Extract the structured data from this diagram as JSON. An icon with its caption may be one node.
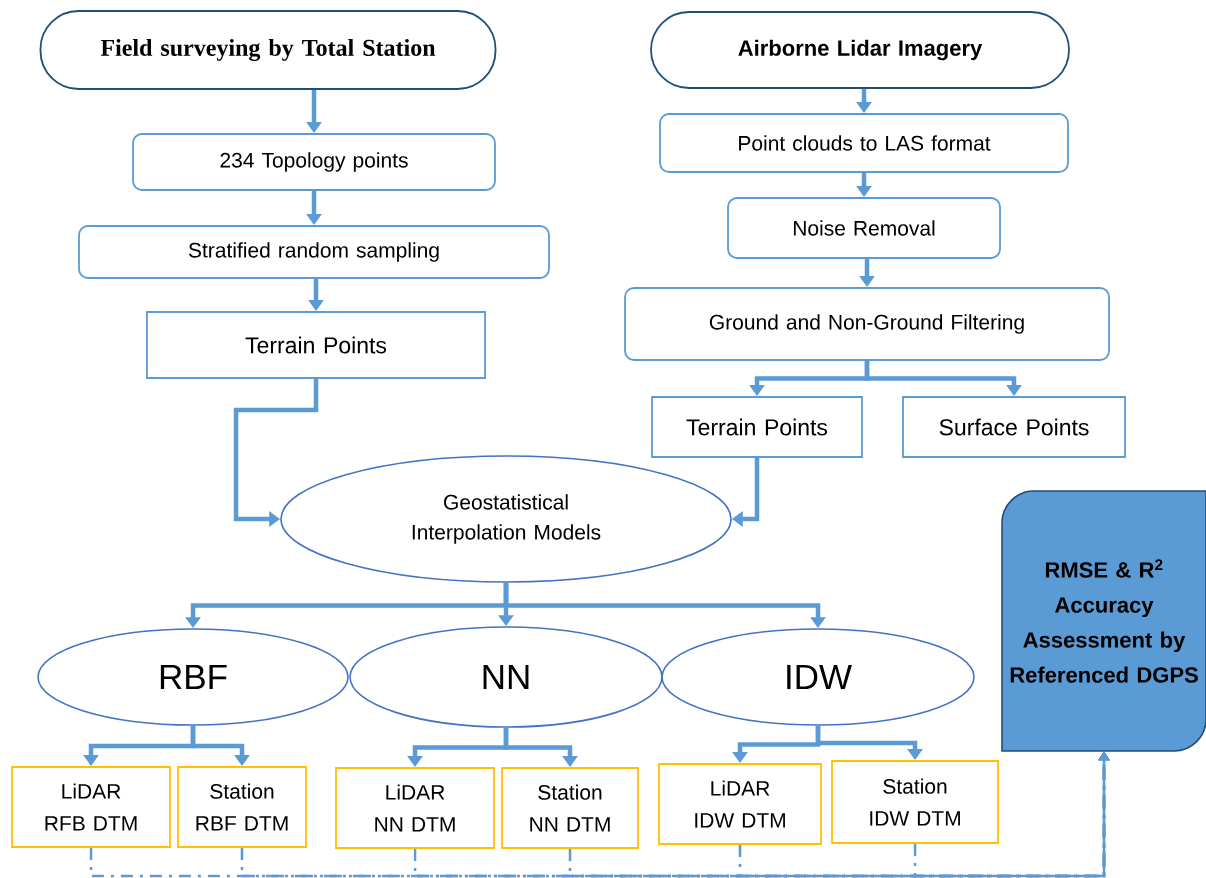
{
  "diagram": {
    "nodes": [
      {
        "text": [
          "Field surveying by Total Station"
        ]
      },
      {
        "text": [
          "Airborne Lidar Imagery"
        ]
      },
      {
        "text": [
          "234 Topology points"
        ]
      },
      {
        "text": [
          "Stratified random sampling"
        ]
      },
      {
        "text": [
          "Terrain Points"
        ]
      },
      {
        "text": [
          "Point clouds to LAS format"
        ]
      },
      {
        "text": [
          "Noise Removal"
        ]
      },
      {
        "text": [
          "Ground and Non-Ground Filtering"
        ]
      },
      {
        "text": [
          "Terrain Points"
        ]
      },
      {
        "text": [
          "Surface Points"
        ]
      },
      {
        "text": [
          "Geostatistical Interpolation Models"
        ]
      },
      {
        "text": [
          "RBF"
        ]
      },
      {
        "text": [
          "NN"
        ]
      },
      {
        "text": [
          "IDW"
        ]
      },
      {
        "text": [
          "LiDAR RFB DTM"
        ]
      },
      {
        "text": [
          "Station RBF DTM"
        ]
      },
      {
        "text": [
          "LiDAR NN DTM"
        ]
      },
      {
        "text": [
          "Station NN DTM"
        ]
      },
      {
        "text": [
          "LiDAR IDW DTM"
        ]
      },
      {
        "text": [
          "Station IDW DTM"
        ]
      },
      {
        "text": [
          "RMSE & R$^{2}$ Accuracy Assessment by Referenced DGPS"
        ]
      }
    ],
    "edges": [
      {
        "from": 0,
        "to": 2,
        "arrow": "to"
      },
      {
        "from": 2,
        "to": 3,
        "arrow": "to"
      },
      {
        "from": 3,
        "to": 4,
        "arrow": "to"
      },
      {
        "from": 1,
        "to": 5,
        "arrow": "to"
      },
      {
        "from": 5,
        "to": 6,
        "arrow": "to"
      },
      {
        "from": 6,
        "to": 7,
        "arrow": "to"
      },
      {
        "from": 7,
        "to": 8,
        "arrow": "to"
      },
      {
        "from": 7,
        "to": 9,
        "arrow": "to"
      },
      {
        "from": 4,
        "to": 10,
        "arrow": "to"
      },
      {
        "from": 8,
        "to": 10,
        "arrow": "to"
      },
      {
        "from": 10,
        "to": 11,
        "arrow": "to"
      },
      {
        "from": 10,
        "to": 12,
        "arrow": "to"
      },
      {
        "from": 10,
        "to": 13,
        "arrow": "to"
      },
      {
        "from": 11,
        "to": 14,
        "arrow": "to"
      },
      {
        "from": 11,
        "to": 15,
        "arrow": "to"
      },
      {
        "from": 12,
        "to": 16,
        "arrow": "to"
      },
      {
        "from": 12,
        "to": 17,
        "arrow": "to"
      },
      {
        "from": 13,
        "to": 18,
        "arrow": "to"
      },
      {
        "from": 13,
        "to": 19,
        "arrow": "to"
      },
      {
        "from": 14,
        "to": 20,
        "arrow": "to",
        "style": "dashed"
      },
      {
        "from": 15,
        "to": 20,
        "arrow": "to",
        "style": "dashed"
      },
      {
        "from": 16,
        "to": 20,
        "arrow": "to",
        "style": "dashed"
      },
      {
        "from": 17,
        "to": 20,
        "arrow": "to",
        "style": "dashed"
      },
      {
        "from": 18,
        "to": 20,
        "arrow": "to",
        "style": "dashed"
      },
      {
        "from": 19,
        "to": 20,
        "arrow": "to",
        "style": "dashed"
      }
    ]
  }
}
